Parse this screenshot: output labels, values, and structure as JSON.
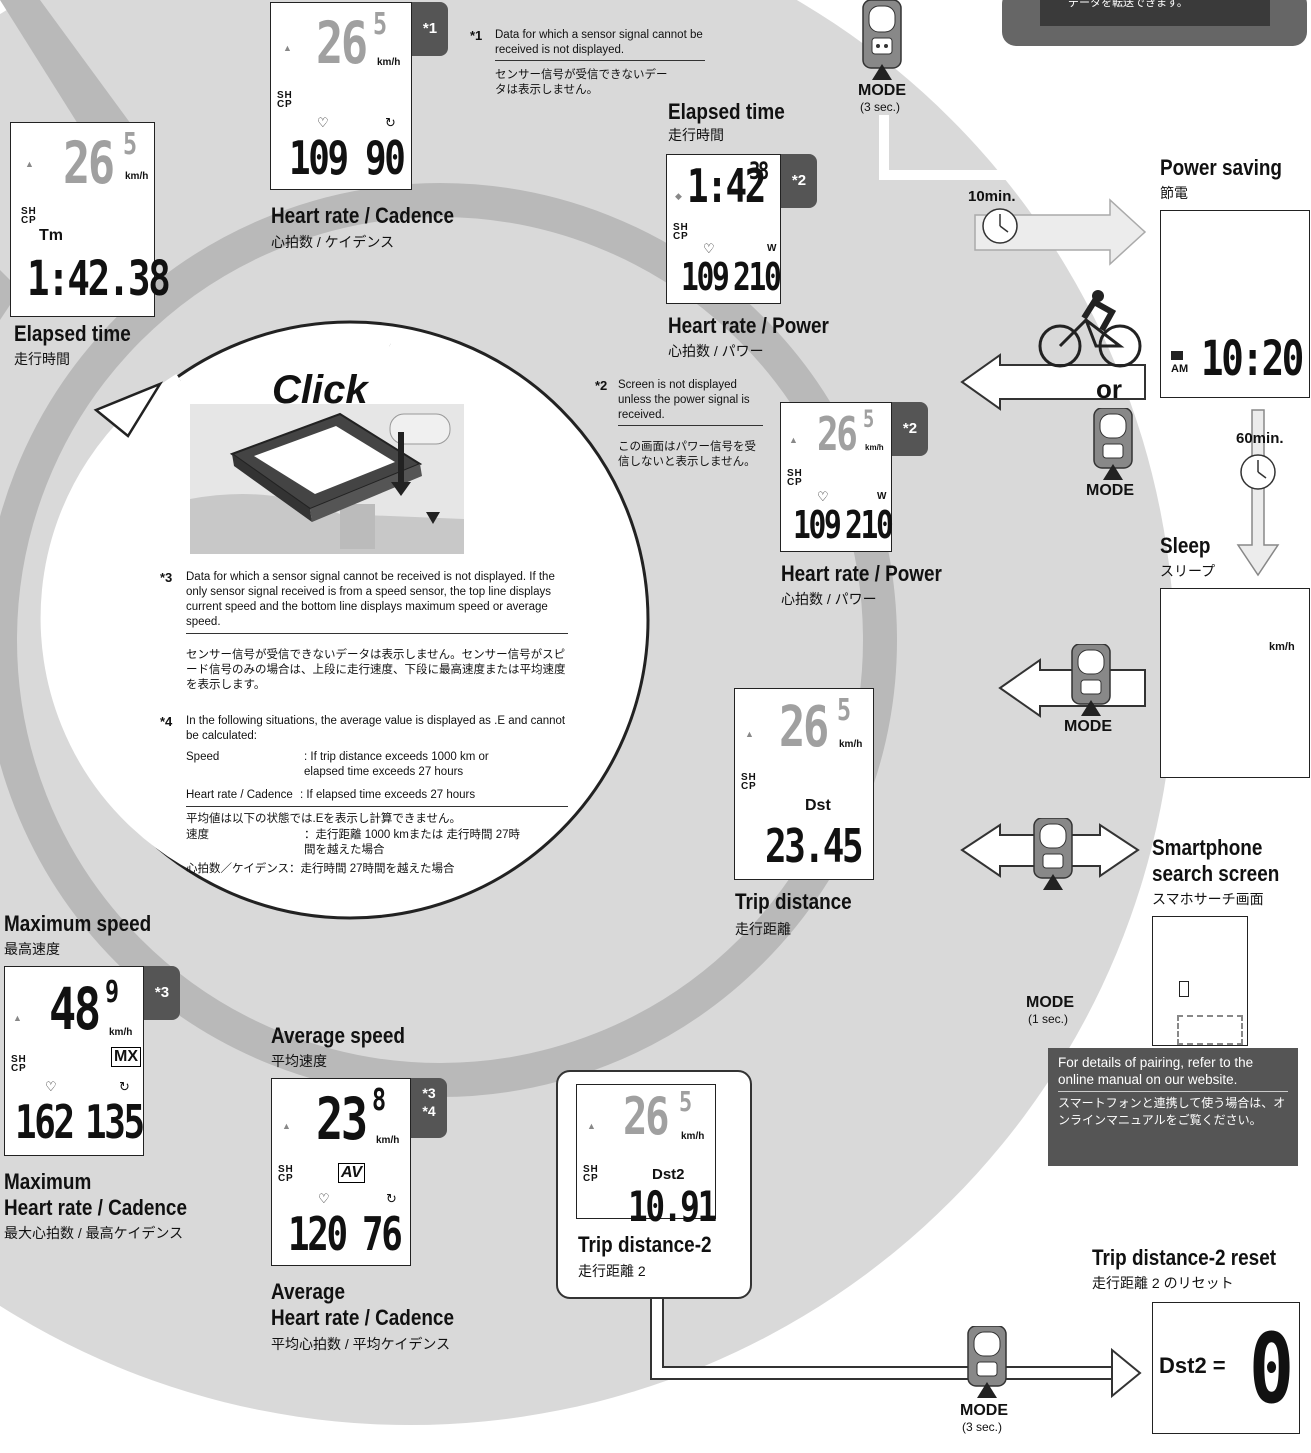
{
  "top_note": "データを転送できます。",
  "screens": {
    "elapsed_left": {
      "speed_a": "26",
      "speed_b": "5",
      "unit": "km/h",
      "sensor": "S H C P",
      "label": "Tm",
      "value": "1:42.38",
      "title": "Elapsed time",
      "title_jp": "走行時間"
    },
    "hr_cad": {
      "speed_a": "26",
      "speed_b": "5",
      "unit": "km/h",
      "sensor": "S H C P",
      "hr": "109",
      "cad": "90",
      "badge": "*1",
      "title": "Heart rate / Cadence",
      "title_jp": "心拍数 / ケイデンス"
    },
    "elapsed_mid": {
      "time_a": "1:42",
      "time_b": "38",
      "sensor": "S H C P",
      "unit": "W",
      "hr": "109",
      "power": "210",
      "badge": "*2",
      "title_above": "Elapsed time",
      "title_above_jp": "走行時間",
      "title": "Heart rate / Power",
      "title_jp": "心拍数 / パワー"
    },
    "hr_power": {
      "speed_a": "26",
      "speed_b": "5",
      "unit": "km/h",
      "sensor": "S H C P",
      "unit2": "W",
      "hr": "109",
      "power": "210",
      "badge": "*2",
      "title": "Heart rate / Power",
      "title_jp": "心拍数 / パワー"
    },
    "trip": {
      "speed_a": "26",
      "speed_b": "5",
      "unit": "km/h",
      "sensor": "S H C P",
      "label": "Dst",
      "value": "23.45",
      "title": "Trip distance",
      "title_jp": "走行距離"
    },
    "trip2": {
      "speed_a": "26",
      "speed_b": "5",
      "unit": "km/h",
      "sensor": "S H C P",
      "label": "Dst2",
      "value": "10.91",
      "title": "Trip distance-2",
      "title_jp": "走行距離 2"
    },
    "max": {
      "speed_a": "48",
      "speed_b": "9",
      "unit": "km/h",
      "sensor": "S H C P",
      "mark": "MX",
      "hr": "162",
      "cad": "135",
      "badge": "*3",
      "title_above": "Maximum speed",
      "title_above_jp": "最高速度",
      "title_l1": "Maximum",
      "title_l2": "Heart rate / Cadence",
      "title_jp": "最大心拍数 / 最高ケイデンス"
    },
    "avg": {
      "speed_a": "23",
      "speed_b": "8",
      "unit": "km/h",
      "sensor": "S H C P",
      "mark": "AV",
      "hr": "120",
      "cad": "76",
      "badge1": "*3",
      "badge2": "*4",
      "title_above": "Average speed",
      "title_above_jp": "平均速度",
      "title_l1": "Average",
      "title_l2": "Heart rate / Cadence",
      "title_jp": "平均心拍数 / 平均ケイデンス"
    },
    "power_saving": {
      "mark": "AM",
      "value": "10:20",
      "title": "Power saving",
      "title_jp": "節電"
    },
    "sleep": {
      "unit": "km/h",
      "title": "Sleep",
      "title_jp": "スリープ"
    },
    "search": {
      "title_l1": "Smartphone",
      "title_l2": "search screen",
      "title_jp": "スマホサーチ画面"
    },
    "reset": {
      "label": "Dst2 =",
      "value": "0",
      "title": "Trip distance-2 reset",
      "title_jp": "走行距離 2 のリセット"
    }
  },
  "notes": {
    "n1": {
      "mark": "*1",
      "en": "Data for which a sensor signal cannot be received is not displayed.",
      "jp": "センサー信号が受信できないデータは表示しません。"
    },
    "n2": {
      "mark": "*2",
      "en": "Screen is not displayed unless the power signal is received.",
      "jp": "この画面はパワー信号を受信しないと表示しません。"
    },
    "n3": {
      "mark": "*3",
      "en": "Data for which a sensor signal cannot be received is not displayed. If the only sensor signal received is from a speed sensor, the top line displays current speed and the bottom line displays maximum speed or average speed.",
      "jp": "センサー信号が受信できないデータは表示しません。センサー信号がスピード信号のみの場合は、上段に走行速度、下段に最高速度または平均速度を表示します。"
    },
    "n4": {
      "mark": "*4",
      "en": "In the following situations, the average value is displayed as .E and cannot be calculated:",
      "speed_label": "Speed",
      "speed_text": ": If trip distance exceeds 1000 km or elapsed time exceeds 27 hours",
      "hr_label": "Heart rate / Cadence",
      "hr_text": ": If elapsed time exceeds 27 hours",
      "jp": "平均値は以下の状態では.Eを表示し計算できません。",
      "jp_speed_label": "速度",
      "jp_speed_text": "：走行距離 1000 kmまたは 走行時間 27時間を越えた場合",
      "jp_hr": "心拍数／ケイデンス：走行時間 27時間を越えた場合"
    }
  },
  "click_label": "Click",
  "controls": {
    "mode": "MODE",
    "mode_3sec": "(3 sec.)",
    "mode_1sec": "(1 sec.)",
    "ten_min": "10min.",
    "sixty_min": "60min.",
    "or": "or"
  },
  "pairing": {
    "en": "For details of pairing, refer to the online manual on our website.",
    "jp": "スマートフォンと連携して使う場合は、オンラインマニュアルをご覧ください。"
  },
  "colors": {
    "circle": "#d9d9d9",
    "ring": "#b8b8b8",
    "dark": "#4d4d4d",
    "lcd": "#ffffff"
  }
}
